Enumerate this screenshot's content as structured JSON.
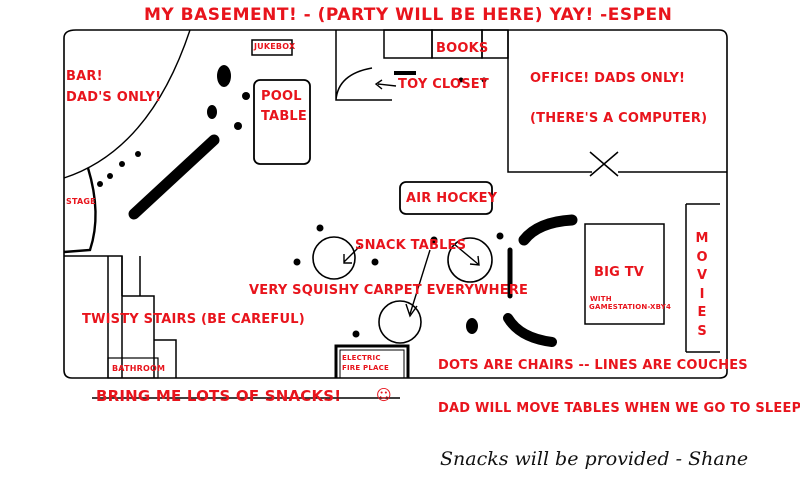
{
  "title": "MY BASEMENT! - (PARTY WILL BE HERE)  YAY!  -ESPEN",
  "rooms": {
    "jukebox": "JUKEBOX",
    "books": "BOOKS",
    "toy_closet": "TOY CLOSET",
    "office_line1": "OFFICE!  DADS ONLY!",
    "office_line2": "(THERE'S A COMPUTER)",
    "bar_line1": "BAR!",
    "bar_line2": "DAD'S ONLY!",
    "pool_line1": "POOL",
    "pool_line2": "TABLE",
    "stage": "STAGE",
    "air_hockey": "AIR HOCKEY",
    "snack_tables": "SNACK    TABLES",
    "carpet": "VERY SQUISHY CARPET EVERYWHERE",
    "big_tv": "BIG TV",
    "tv_note_line1": "WITH",
    "tv_note_line2": "GAMESTATION-XBY4",
    "movies": "MOVIES",
    "stairs": "TWISTY STAIRS (BE CAREFUL)",
    "bathroom": "BATHROOM",
    "fireplace_line1": "ELECTRIC",
    "fireplace_line2": "FIRE PLACE"
  },
  "notes": {
    "legend": "DOTS ARE CHAIRS -- LINES ARE COUCHES",
    "snacks_request": "BRING  ME LOTS OF SNACKS!",
    "smiley": "☺",
    "dad_tables": "DAD WILL MOVE TABLES WHEN WE GO TO SLEEP.",
    "signature": "Snacks will be provided  - Shane"
  },
  "colors": {
    "text_red": "#e8141c",
    "ink": "#000000",
    "background": "#ffffff"
  }
}
